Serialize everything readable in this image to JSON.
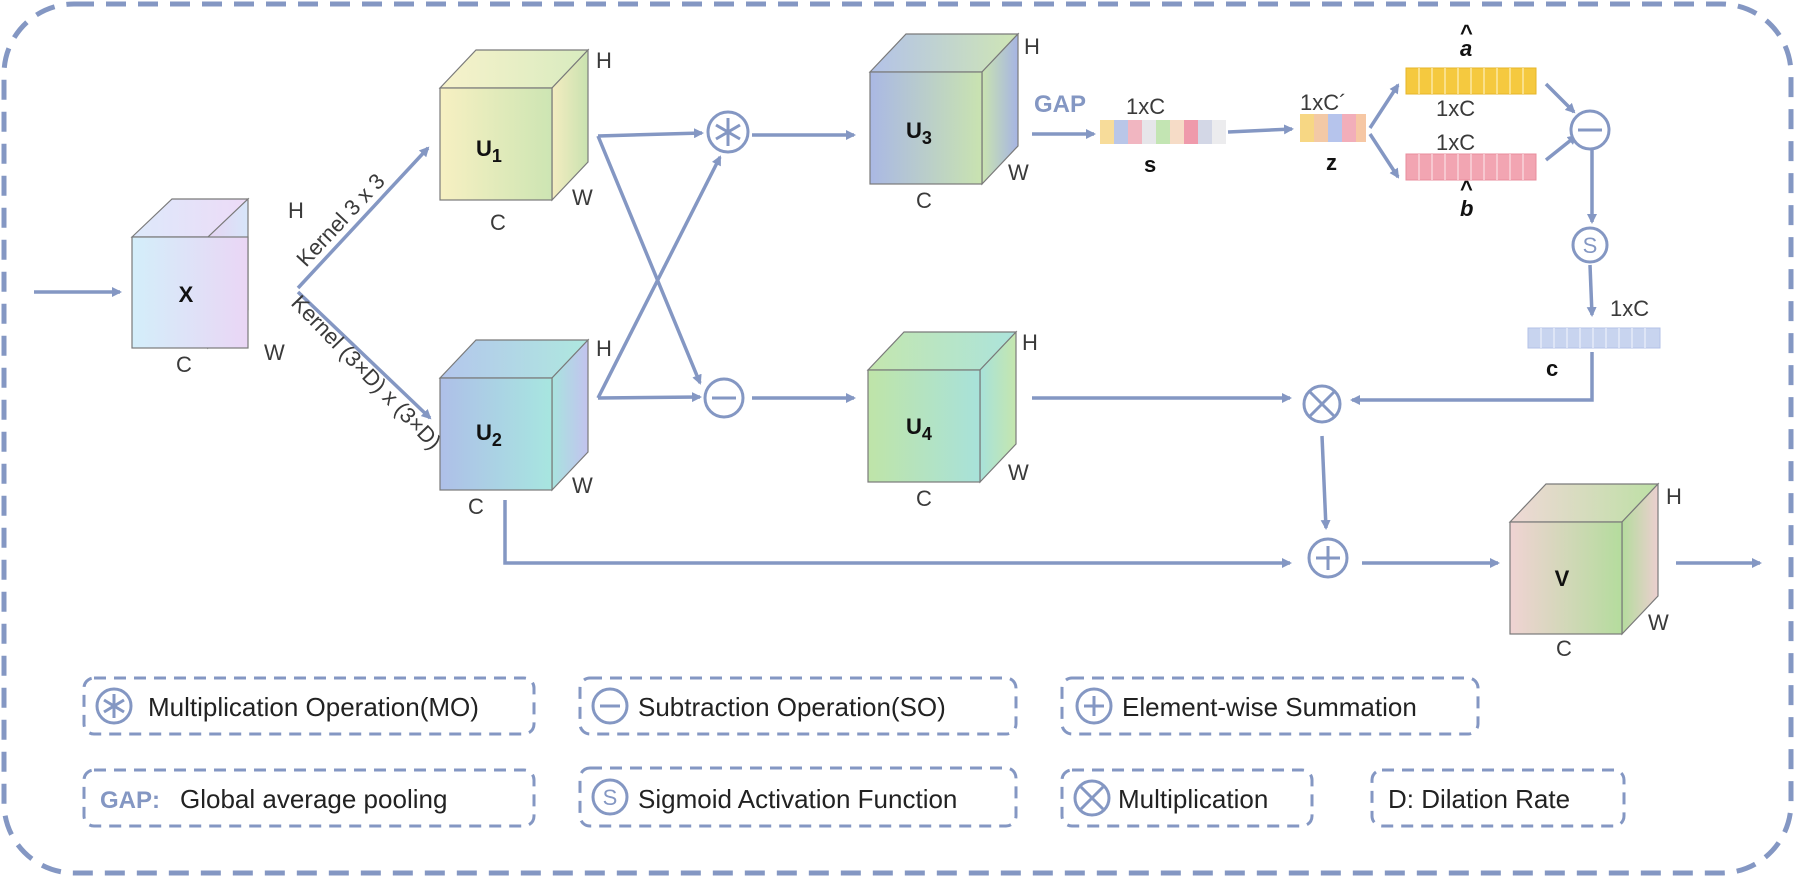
{
  "colors": {
    "accent": "#8497c3",
    "yellow": "#f2c94c",
    "pink": "#eeaab4",
    "light_blue": "#c8d4ef"
  },
  "cubes": {
    "x": {
      "label": "X",
      "c": "C",
      "h": "H",
      "w": "W"
    },
    "u1": {
      "label": "U",
      "sub": "1",
      "c": "C",
      "h": "H",
      "w": "W"
    },
    "u2": {
      "label": "U",
      "sub": "2",
      "c": "C",
      "h": "H",
      "w": "W"
    },
    "u3": {
      "label": "U",
      "sub": "3",
      "c": "C",
      "h": "H",
      "w": "W"
    },
    "u4": {
      "label": "U",
      "sub": "4",
      "c": "C",
      "h": "H",
      "w": "W"
    },
    "v": {
      "label": "V",
      "c": "C",
      "h": "H",
      "w": "W"
    }
  },
  "kernels": {
    "k1": "Kernel 3 x 3",
    "k2": "Kernel (3×D) x (3×D)"
  },
  "vectors": {
    "gap_label": "GAP",
    "s": {
      "label": "s",
      "dim": "1xC"
    },
    "z": {
      "label": "z",
      "dim": "1xC´"
    },
    "a": {
      "label": "a",
      "dim": "1xC"
    },
    "b": {
      "label": "b",
      "dim": "1xC"
    },
    "c": {
      "label": "c",
      "dim": "1xC"
    }
  },
  "operators": {
    "mo": "multiply-star-icon",
    "so": "minus-circle-icon",
    "so2": "minus-circle-icon",
    "sig": "sigmoid-s-icon",
    "mult": "times-circle-icon",
    "sum": "plus-circle-icon",
    "s_glyph": "S"
  },
  "legend": {
    "mo": "Multiplication Operation(MO)",
    "so": "Subtraction Operation(SO)",
    "sum": "Element-wise Summation",
    "gap_key": "GAP:",
    "gap": "Global average pooling",
    "sigmoid": "Sigmoid Activation Function",
    "mult": "Multiplication",
    "dilation": "D: Dilation Rate"
  }
}
